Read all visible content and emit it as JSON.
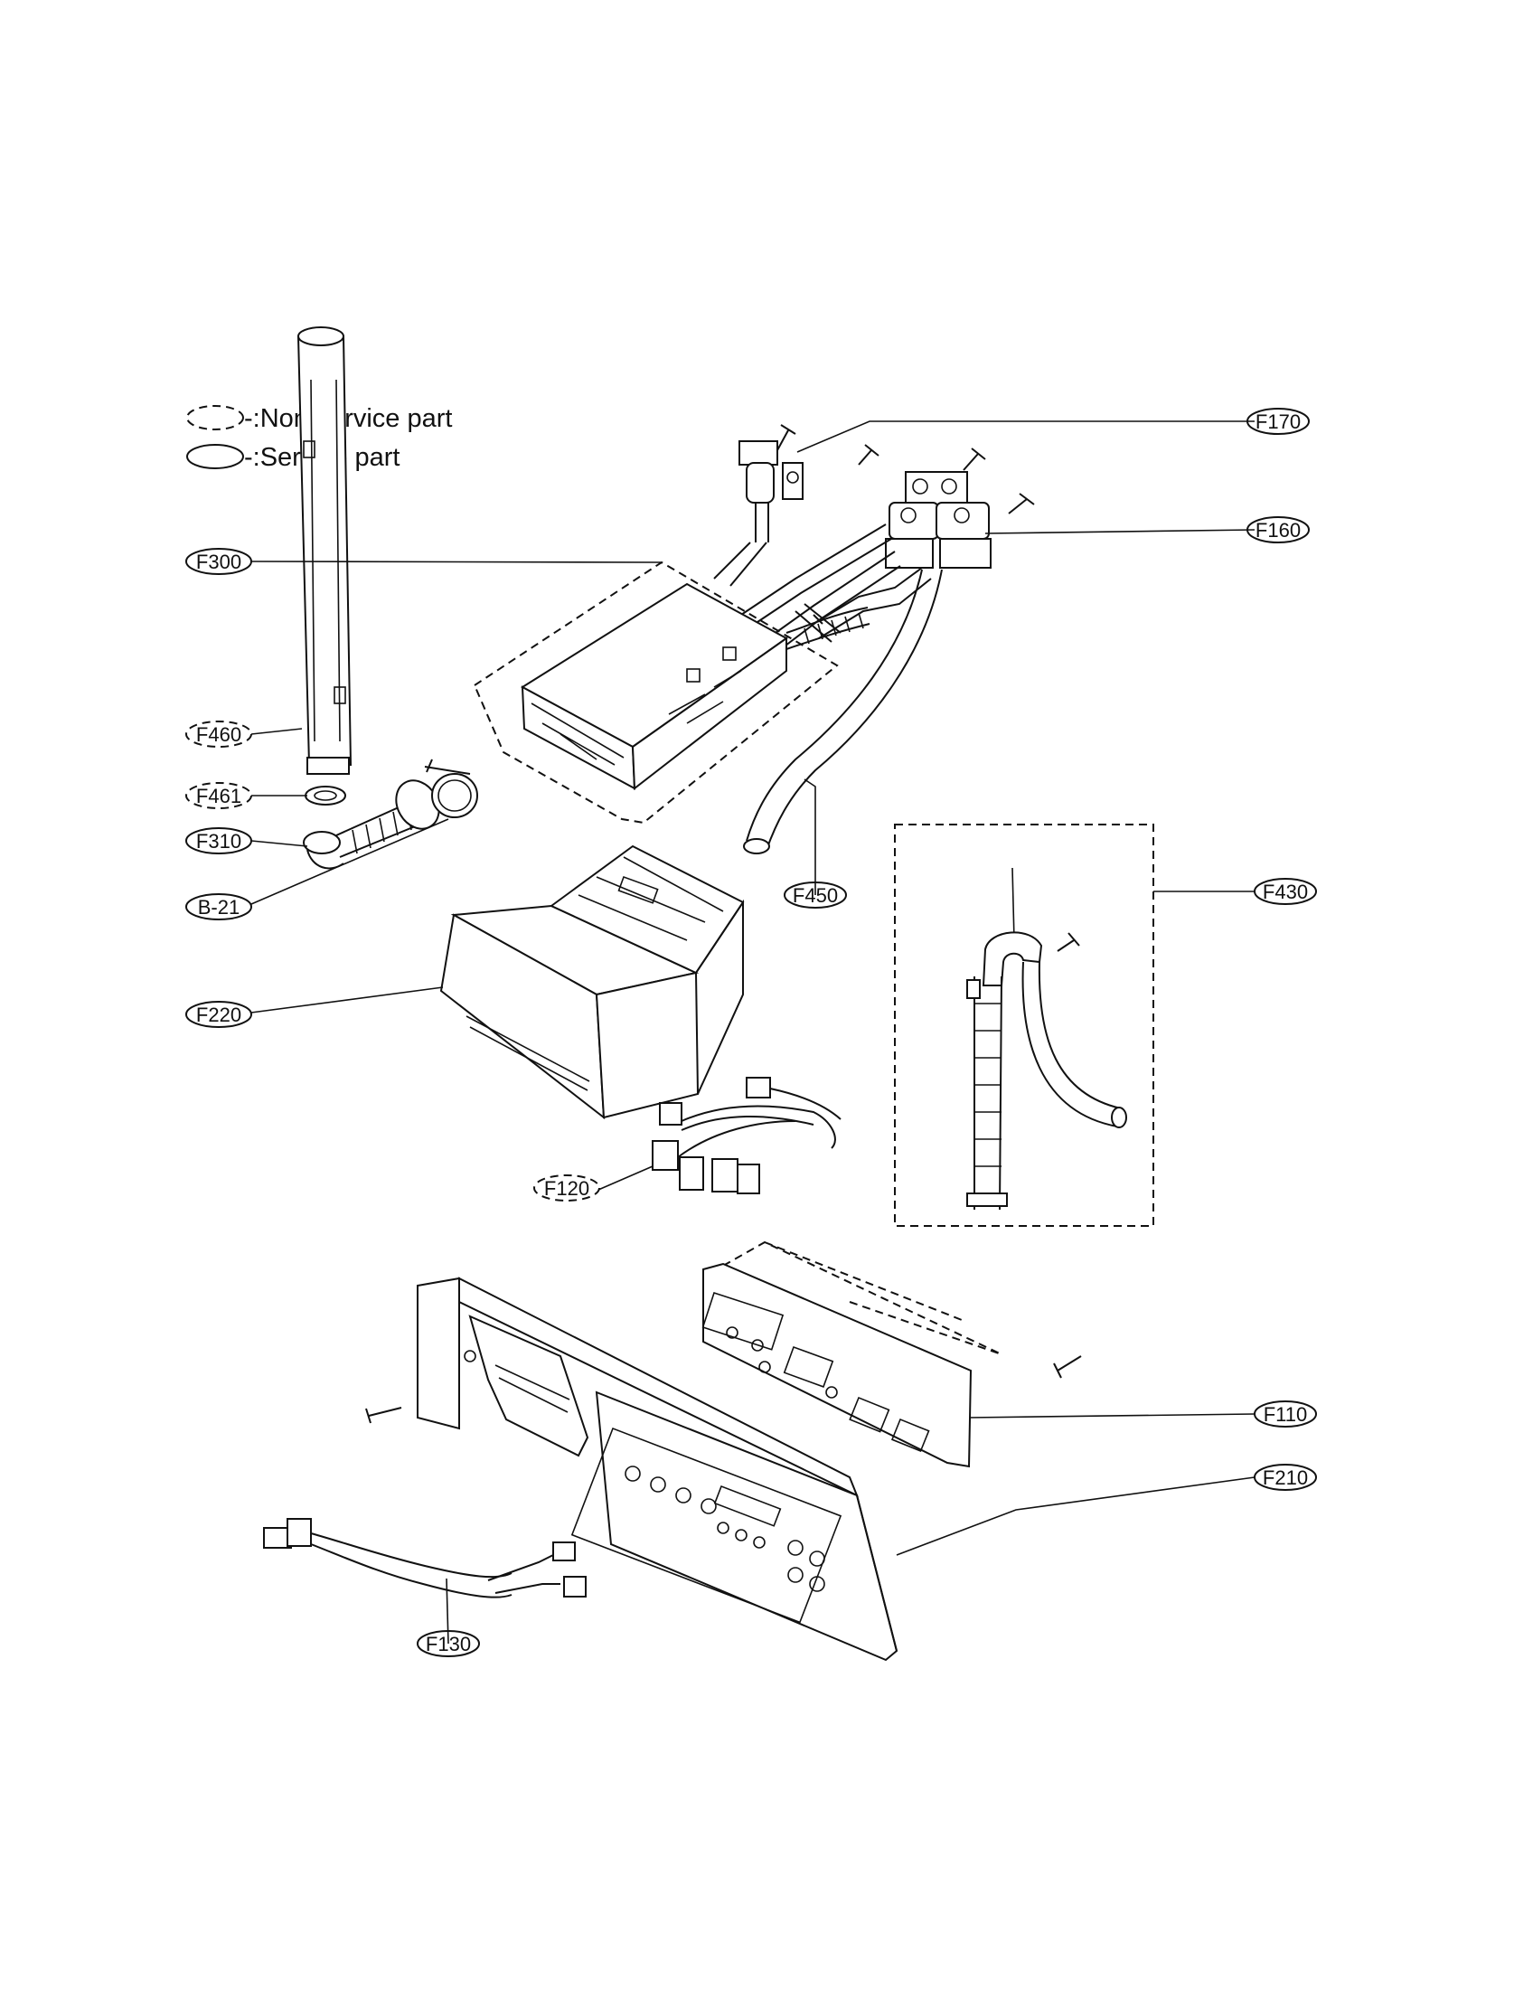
{
  "legend": {
    "non_service": "-:Non-service part",
    "service": "-:Service part"
  },
  "callouts": {
    "f170": "F170",
    "f160": "F160",
    "f300": "F300",
    "f460": "F460",
    "f461": "F461",
    "f310": "F310",
    "b21": "B-21",
    "f450": "F450",
    "f430": "F430",
    "f220": "F220",
    "f120": "F120",
    "f110": "F110",
    "f210": "F210",
    "f130": "F130"
  }
}
